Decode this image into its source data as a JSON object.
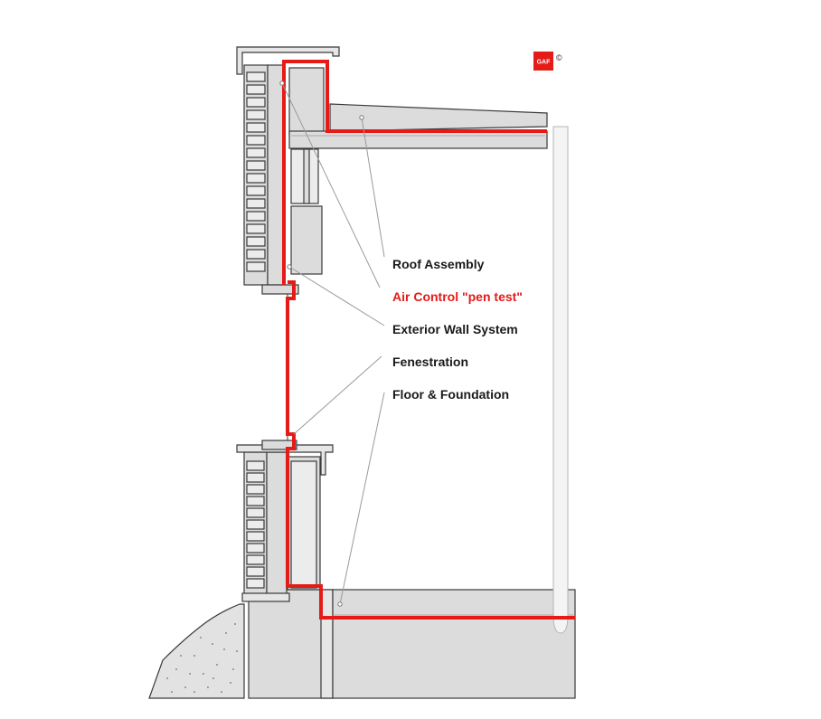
{
  "logo": {
    "text": "GAF",
    "copyright": "©"
  },
  "labels": {
    "roof_assembly": "Roof Assembly",
    "air_control": "Air Control \"pen test\"",
    "exterior_wall": "Exterior Wall System",
    "fenestration": "Fenestration",
    "floor_foundation": "Floor & Foundation"
  },
  "colors": {
    "air_barrier": "#e41b17",
    "structure_fill": "#d9d9d9",
    "outline": "#3a3a3a",
    "leader": "#9a9a9a",
    "logo_bg": "#e41b17"
  }
}
